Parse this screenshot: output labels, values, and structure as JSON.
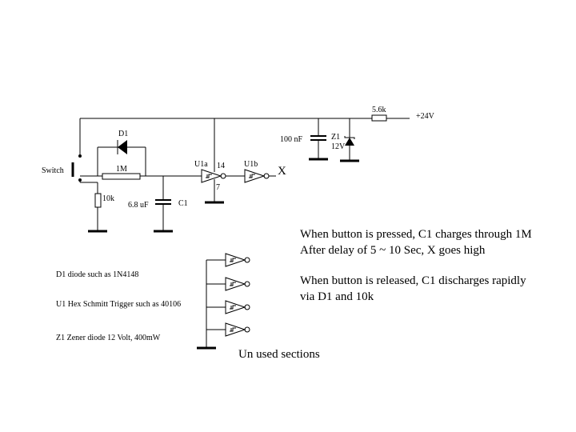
{
  "labels": {
    "r_top": "5.6k",
    "supply": "+24V",
    "zener": "Z1",
    "zener_volt": "12V",
    "cap_top": "100 nF",
    "diode": "D1",
    "switch": "Switch",
    "r_1m": "1M",
    "u1a": "U1a",
    "pin14": "14",
    "u1b": "U1b",
    "output": "X",
    "pin7": "7",
    "r_10k": "10k",
    "cap_main_value": "6.8 uF",
    "cap_main": "C1"
  },
  "notes": {
    "pressed_1": "When button is pressed, C1 charges through 1M",
    "pressed_2": "After delay of 5 ~ 10 Sec, X goes high",
    "released_1": "When button is released, C1 discharges rapidly",
    "released_2": "via D1 and 10k",
    "unused": "Un used sections"
  },
  "parts": {
    "d1": "D1 diode such as 1N4148",
    "u1": "U1 Hex Schmitt Trigger such as 40106",
    "z1": "Z1 Zener diode 12 Volt, 400mW"
  }
}
